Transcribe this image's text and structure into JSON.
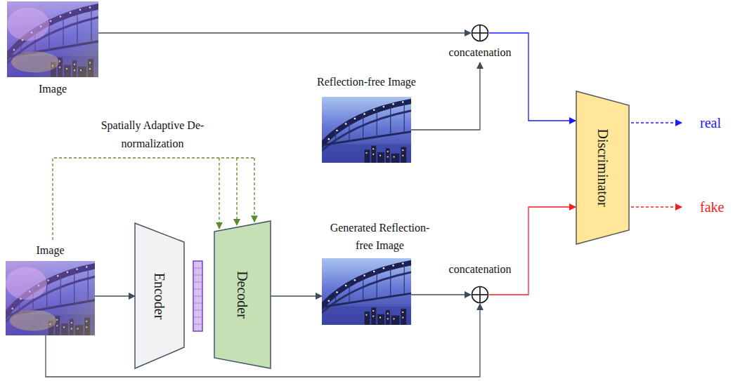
{
  "diagram": {
    "nodes": [
      {
        "text": [
          "Image"
        ]
      },
      {
        "text": [
          "concatenation"
        ]
      },
      {
        "text": [
          "Reflection-free Image"
        ]
      },
      {
        "text": [
          "Discriminator"
        ]
      },
      {
        "text": [
          "Image"
        ]
      },
      {
        "text": [
          "Encoder"
        ]
      },
      {
        "text": [
          "Decoder"
        ]
      },
      {
        "text": [
          "Generated Reflection-free Image"
        ]
      },
      {
        "text": [
          "concatenation"
        ]
      }
    ],
    "edges": [
      {
        "from": 0,
        "to": 1,
        "arrow": "to"
      },
      {
        "from": 2,
        "to": 1,
        "arrow": "to"
      },
      {
        "from": 1,
        "to": 3,
        "arrow": "to"
      },
      {
        "from": 4,
        "to": 5,
        "arrow": "to"
      },
      {
        "from": 6,
        "to": 7,
        "arrow": "to"
      },
      {
        "from": 7,
        "to": 8,
        "arrow": "to"
      },
      {
        "from": 4,
        "to": 8,
        "arrow": "to"
      },
      {
        "from": 8,
        "to": 3,
        "arrow": "to"
      },
      {
        "from": 4,
        "to": 6,
        "label": "Spatially Adaptive De-normalization",
        "arrow": "to"
      }
    ],
    "labels": [
      "real",
      "fake"
    ]
  }
}
